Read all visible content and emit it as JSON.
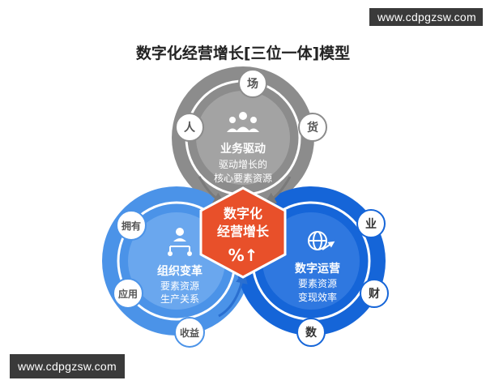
{
  "title": "数字化经营增长[三位一体]模型",
  "watermarks": {
    "top": "www.cdpgzsw.com",
    "bottom": "www.cdpgzsw.com"
  },
  "colors": {
    "gray": "#8c8c8c",
    "light_blue": "#4b93e8",
    "deep_blue": "#1565d8",
    "orange": "#e8502a",
    "white": "#ffffff",
    "title": "#222222"
  },
  "center": {
    "line1": "数字化",
    "line2": "经营增长",
    "symbol": "%↑"
  },
  "circles": {
    "business": {
      "title": "业务驱动",
      "line1": "驱动增长的",
      "line2": "核心要素资源",
      "icon": "people-group-icon",
      "nodes": [
        "人",
        "场",
        "货"
      ]
    },
    "organization": {
      "title": "组织变革",
      "line1": "要素资源",
      "line2": "生产关系",
      "icon": "org-chart-icon",
      "nodes": [
        "拥有",
        "应用",
        "收益"
      ]
    },
    "operation": {
      "title": "数字运营",
      "line1": "要素资源",
      "line2": "变现效率",
      "icon": "globe-arrow-icon",
      "nodes": [
        "业",
        "财",
        "数"
      ]
    }
  }
}
